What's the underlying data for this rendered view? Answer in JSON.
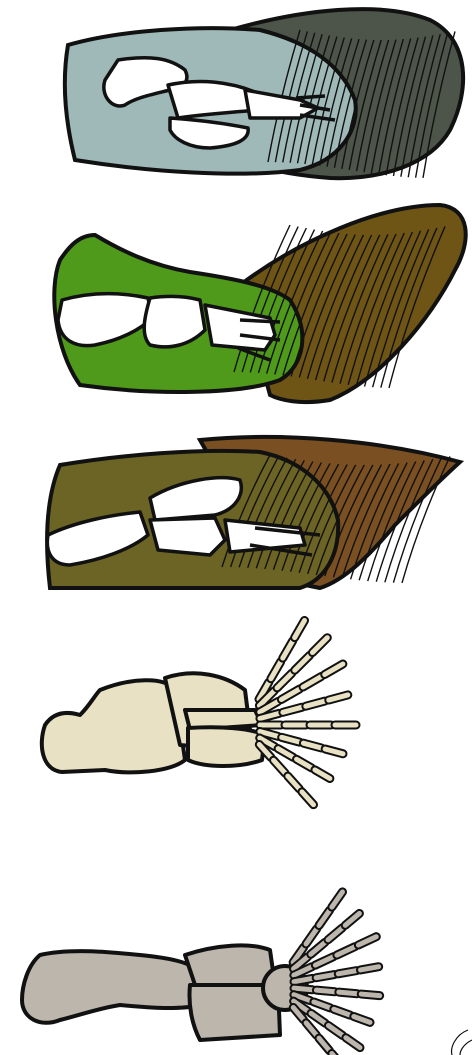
{
  "figure": {
    "panels": [
      {
        "id": "fin-1",
        "skin_color": "#9fb8b8",
        "fin_ray_color": "#4d5449",
        "bone_color": "#ffffff"
      },
      {
        "id": "fin-2",
        "skin_color": "#4f9a1b",
        "fin_ray_color": "#6e5516",
        "bone_color": "#ffffff"
      },
      {
        "id": "fin-3",
        "skin_color": "#6b6424",
        "fin_ray_color": "#7a4f22",
        "bone_color": "#ffffff"
      },
      {
        "id": "limb-4",
        "bone_color": "#e8e1c4"
      },
      {
        "id": "limb-5",
        "bone_color": "#bcb6ad"
      }
    ],
    "outline_color": "#111111"
  }
}
